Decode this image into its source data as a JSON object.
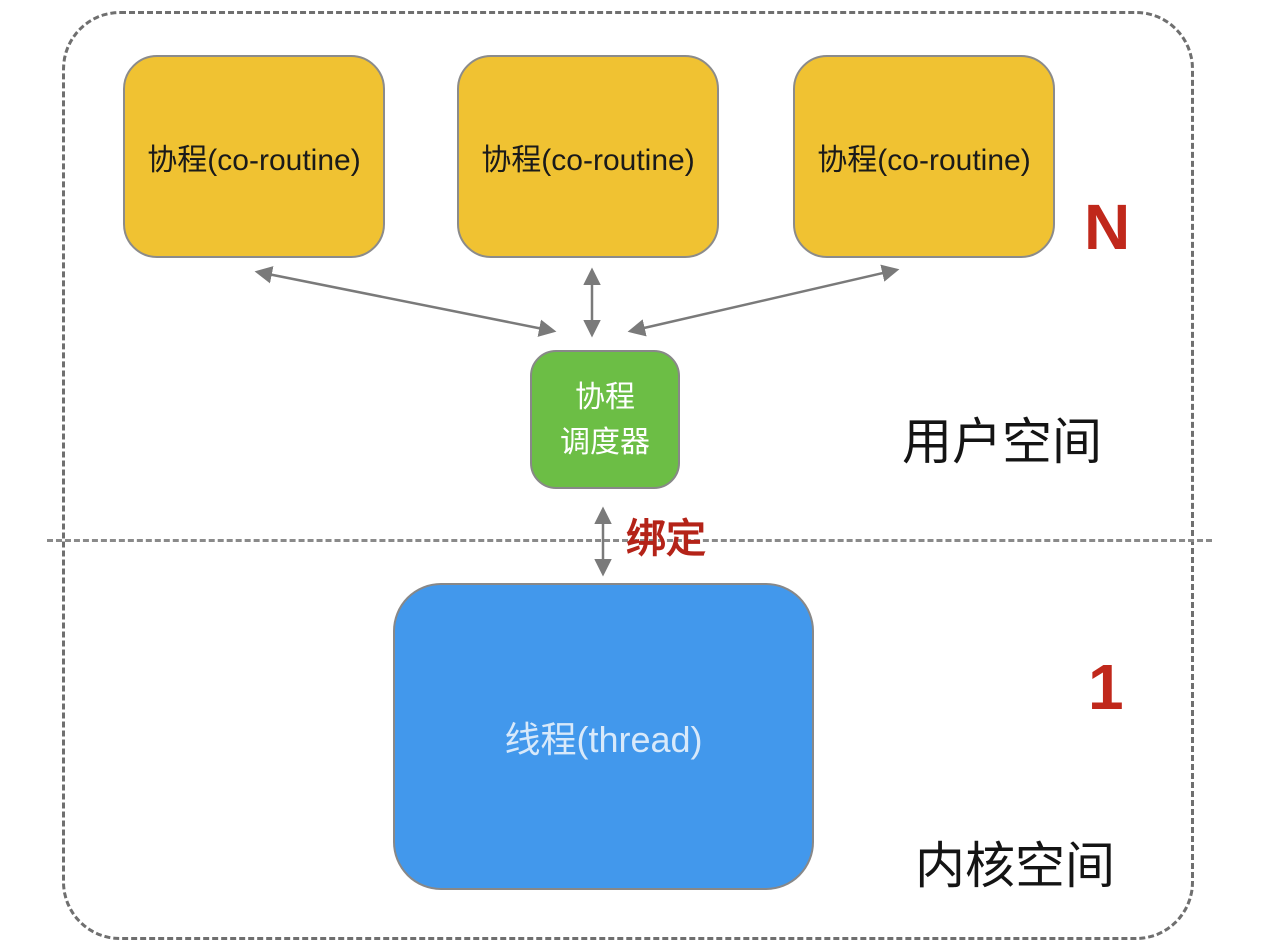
{
  "diagram": {
    "coroutines": [
      {
        "label": "协程(co-routine)"
      },
      {
        "label": "协程(co-routine)"
      },
      {
        "label": "协程(co-routine)"
      }
    ],
    "scheduler": {
      "label_line1": "协程",
      "label_line2": "调度器"
    },
    "thread": {
      "label": "线程(thread)"
    },
    "bind_label": "绑定",
    "user_space": {
      "label": "用户空间",
      "count": "N"
    },
    "kernel_space": {
      "label": "内核空间",
      "count": "1"
    },
    "colors": {
      "coroutine_fill": "#f0c232",
      "scheduler_fill": "#6cbe45",
      "thread_fill": "#4298ec",
      "emphasis_red": "#c0281b",
      "bind_red": "#b42318",
      "arrow_gray": "#7a7a7a",
      "border_dash_gray": "#6f6f6f"
    }
  }
}
